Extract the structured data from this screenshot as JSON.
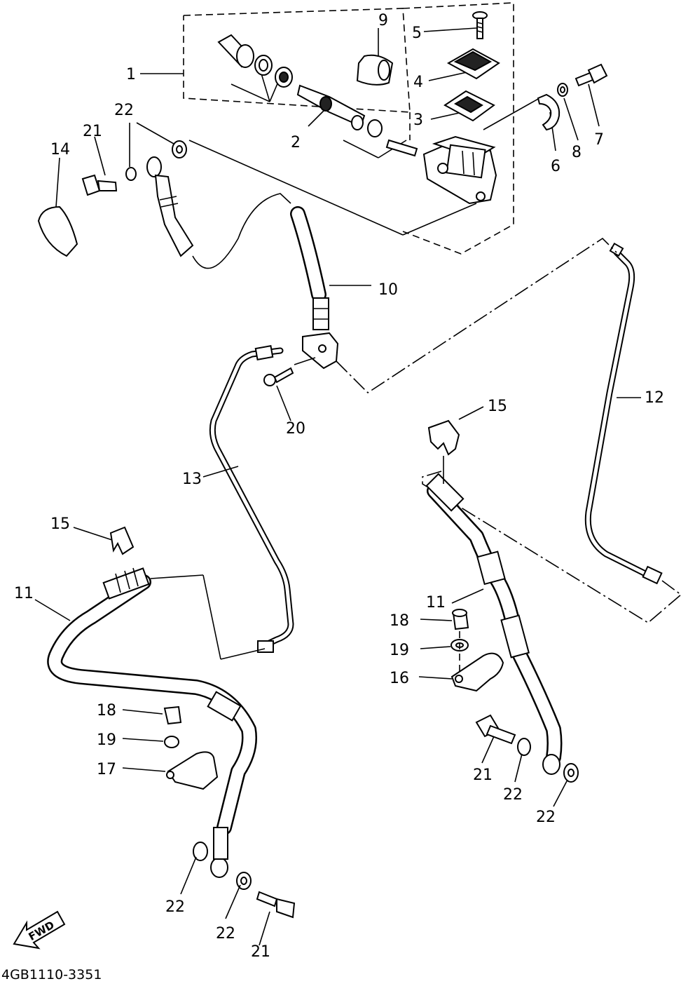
{
  "diagram": {
    "labels": {
      "n1": "1",
      "n2": "2",
      "n3": "3",
      "n4": "4",
      "n5": "5",
      "n6": "6",
      "n7": "7",
      "n8": "8",
      "n9": "9",
      "n10": "10",
      "n11a": "11",
      "n11b": "11",
      "n12": "12",
      "n13": "13",
      "n14": "14",
      "n15a": "15",
      "n15b": "15",
      "n16": "16",
      "n17": "17",
      "n18a": "18",
      "n18b": "18",
      "n19a": "19",
      "n19b": "19",
      "n20": "20",
      "n21a": "21",
      "n21b": "21",
      "n21c": "21",
      "n22a": "22",
      "n22b": "22",
      "n22c": "22",
      "n22d": "22",
      "n22e": "22"
    },
    "fwd_arrow_text": "FWD",
    "drawing_code": "4GB1110-3351"
  }
}
